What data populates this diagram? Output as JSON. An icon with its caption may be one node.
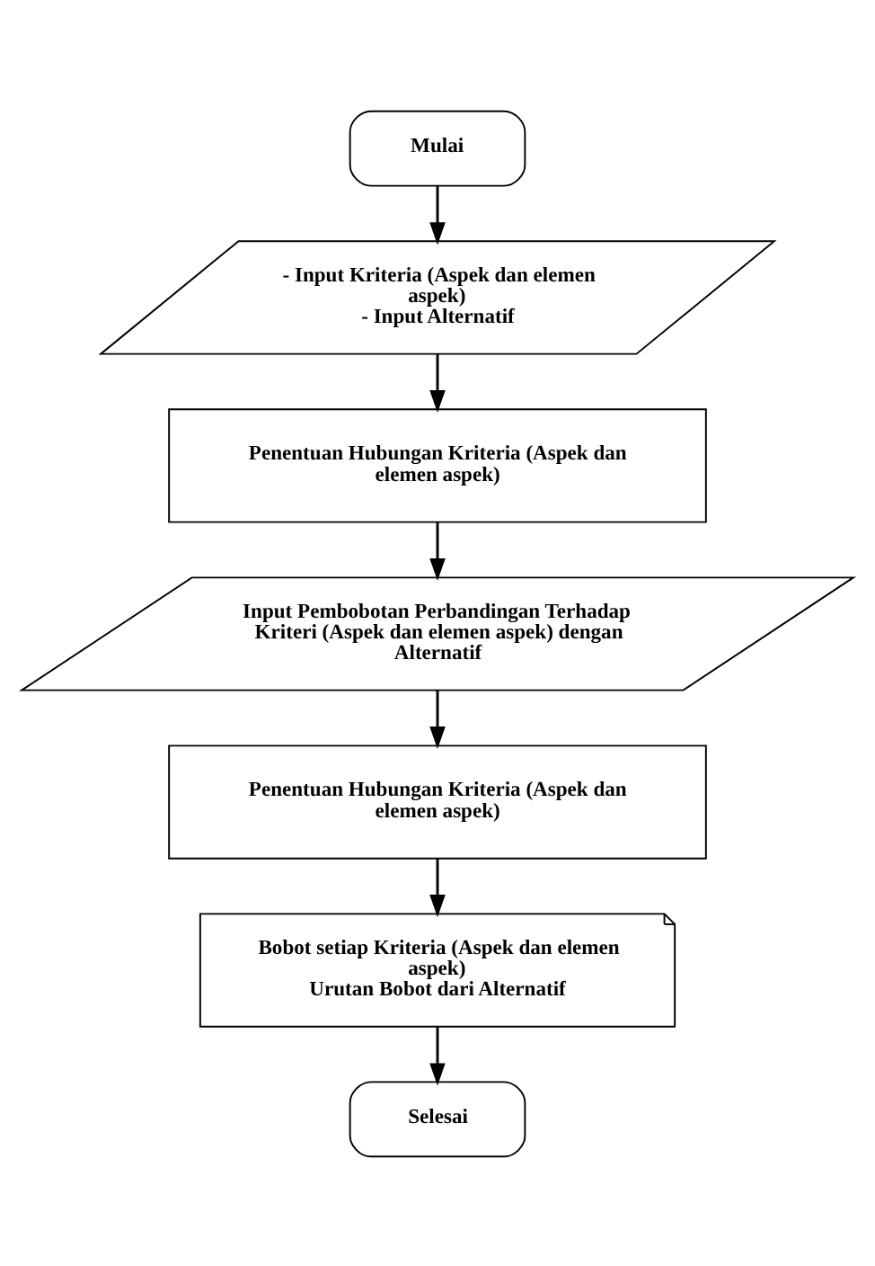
{
  "diagram": {
    "nodes": [
      {
        "text": [
          "Mulai"
        ]
      },
      {
        "text": [
          "- Input Kriteria (Aspek dan elemen aspek)",
          "- Input Alternatif"
        ]
      },
      {
        "text": [
          "Penentuan Hubungan Kriteria (Aspek dan elemen aspek)"
        ]
      },
      {
        "text": [
          "Input Pembobotan Perbandingan Terhadap Kriteri (Aspek dan elemen aspek) dengan Alternatif"
        ]
      },
      {
        "text": [
          "Penentuan Hubungan Kriteria (Aspek dan elemen aspek)"
        ]
      },
      {
        "text": [
          "Bobot setiap Kriteria (Aspek dan elemen aspek)",
          "Urutan Bobot dari Alternatif"
        ]
      },
      {
        "text": [
          "Selesai"
        ]
      }
    ],
    "edges": [
      {
        "from": 0,
        "to": 1,
        "arrow": "to"
      },
      {
        "from": 1,
        "to": 2,
        "arrow": "to"
      },
      {
        "from": 2,
        "to": 3,
        "arrow": "to"
      },
      {
        "from": 3,
        "to": 4,
        "arrow": "to"
      },
      {
        "from": 4,
        "to": 5,
        "arrow": "to"
      },
      {
        "from": 5,
        "to": 6,
        "arrow": "to"
      }
    ]
  }
}
